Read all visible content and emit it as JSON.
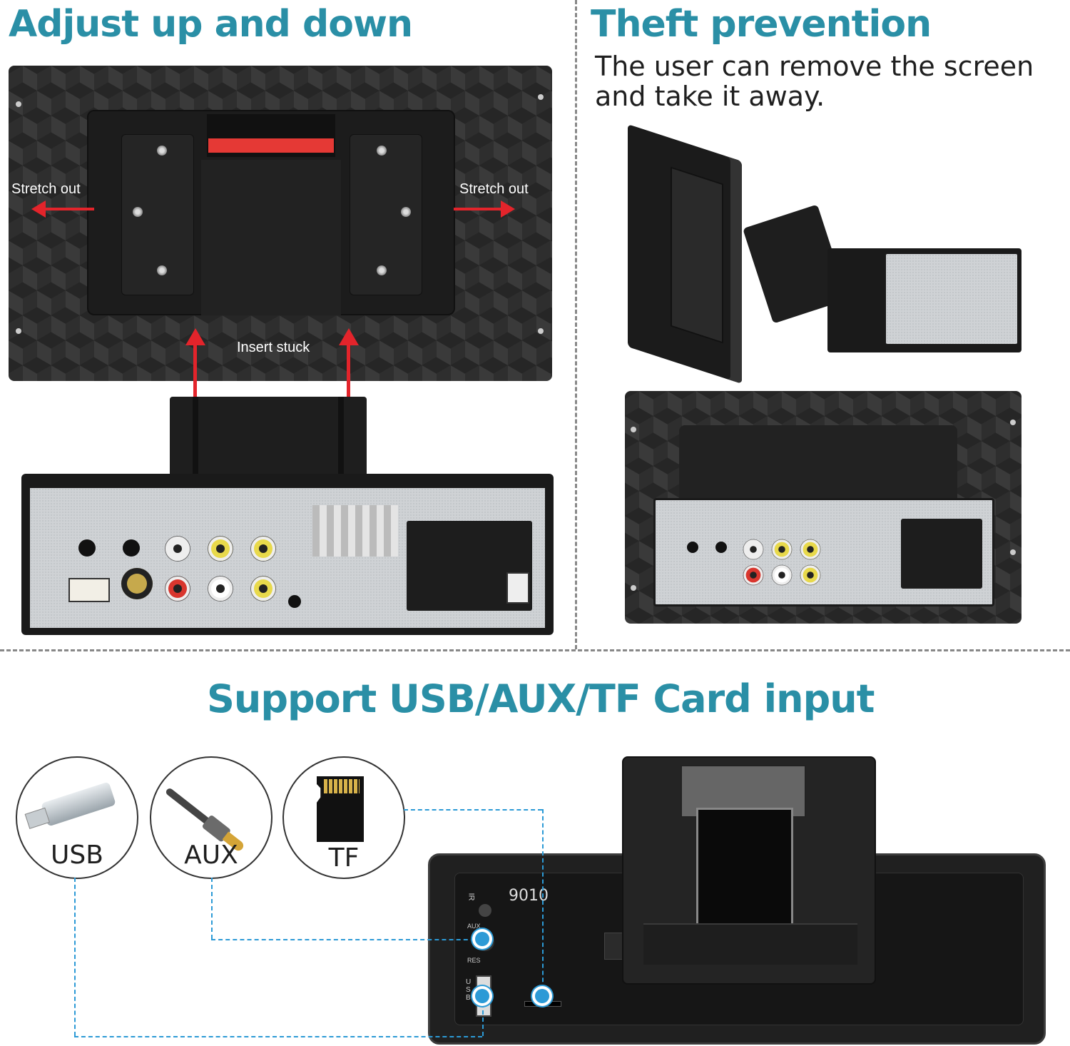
{
  "sections": {
    "adjust": {
      "title": "Adjust up and down",
      "stretch_left": "Stretch out",
      "stretch_right": "Stretch out",
      "insert": "Insert stuck"
    },
    "theft": {
      "title": "Theft prevention",
      "description": "The user can remove the screen and take it away."
    },
    "support": {
      "title": "Support USB/AUX/TF Card input",
      "inputs": [
        {
          "label": "USB",
          "icon": "usb-drive-icon"
        },
        {
          "label": "AUX",
          "icon": "aux-cable-icon"
        },
        {
          "label": "TF",
          "icon": "tf-card-icon"
        }
      ],
      "model": "9010",
      "panel_labels": {
        "ir": "IR",
        "aux": "AUX",
        "res": "RES",
        "usb": "USB"
      }
    }
  },
  "colors": {
    "heading": "#2a8fa6",
    "arrow": "#e3242b",
    "connector": "#2c9ad6"
  }
}
